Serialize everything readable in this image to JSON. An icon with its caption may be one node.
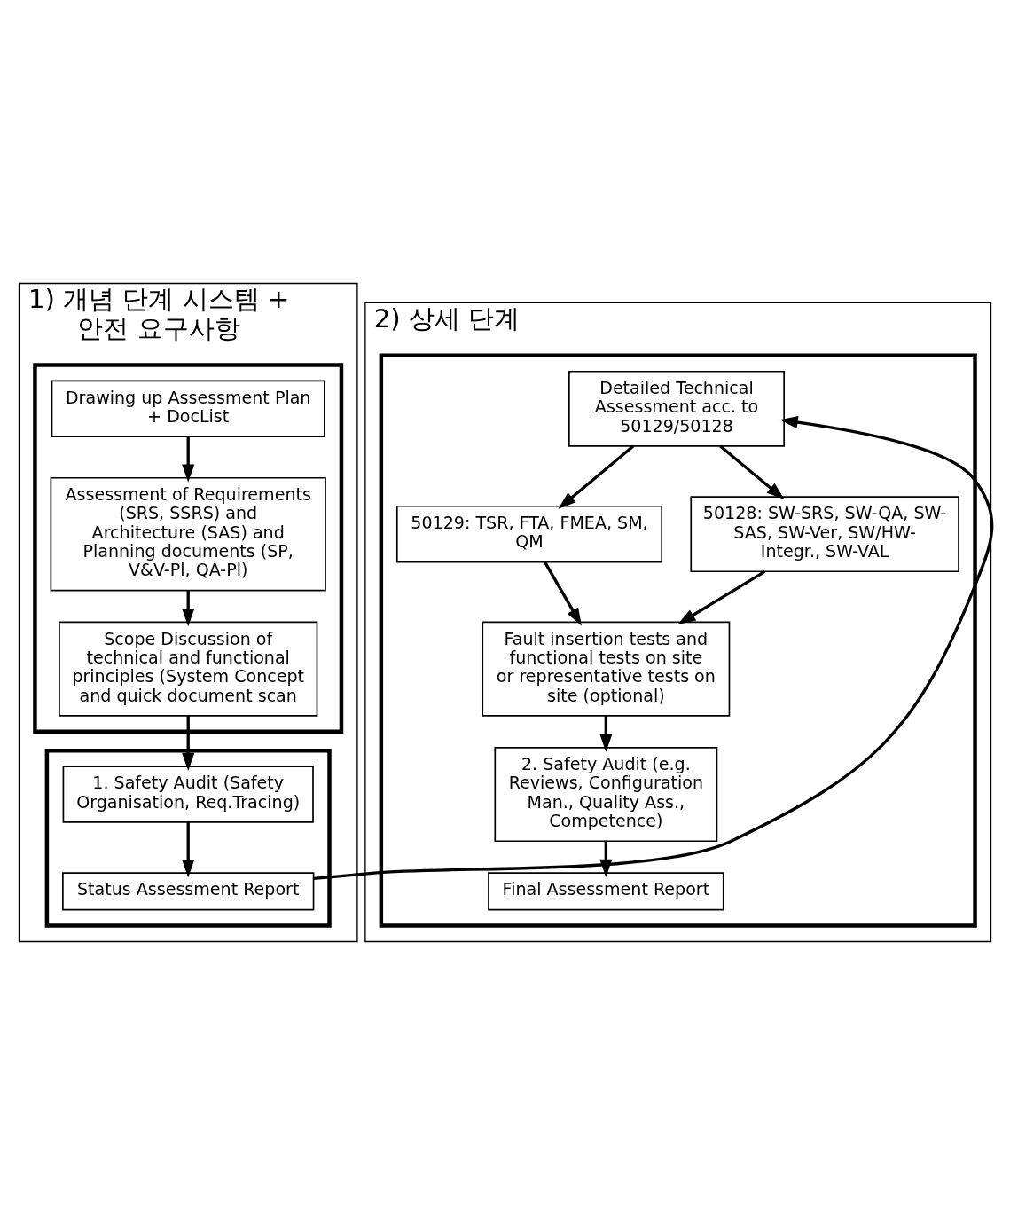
{
  "diagram": {
    "nodes": [
      {
        "text": [
          "1) 개념 단계 시스템 + 안전 요구사항"
        ]
      },
      {
        "text": [],
        "shape": "box",
        "in": 0
      },
      {
        "text": [
          "Drawing up Assessment Plan + DocList"
        ],
        "in": 1
      },
      {
        "text": [
          "Assessment of Requirements (SRS, SSRS) and Architecture (SAS) and Planning documents (SP, V&V-Pl, QA-Pl)"
        ],
        "in": 1
      },
      {
        "text": [
          "Scope Discussion of technical and functional principles (System Concept and quick document scan"
        ],
        "in": 1
      },
      {
        "text": [],
        "shape": "box",
        "in": 0
      },
      {
        "text": [
          "1. Safety Audit (Safety Organisation, Req.Tracing)"
        ],
        "in": 5
      },
      {
        "text": [
          "Status Assessment Report"
        ],
        "in": 5
      },
      {
        "text": [
          "2) 상세 단계"
        ]
      },
      {
        "text": [],
        "shape": "box",
        "in": 8
      },
      {
        "text": [
          "Detailed Technical Assessment acc. to 50129/50128"
        ],
        "in": 9
      },
      {
        "text": [
          "50129: TSR, FTA, FMEA, SM, QM"
        ],
        "in": 9
      },
      {
        "text": [
          "50128: SW-SRS, SW-QA, SW-SAS, SW-Ver, SW/HW-Integr., SW-VAL"
        ],
        "in": 9
      },
      {
        "text": [
          "Fault insertion tests and functional tests on site or representative tests on site (optional)"
        ],
        "in": 9
      },
      {
        "text": [
          "2. Safety Audit (e.g. Reviews, Configuration Man., Quality Ass., Competence)"
        ],
        "in": 9
      },
      {
        "text": [
          "Final Assessment Report"
        ],
        "in": 9
      }
    ],
    "edges": [
      {
        "from": 2,
        "to": 3,
        "arrow": "to"
      },
      {
        "from": 3,
        "to": 4,
        "arrow": "to"
      },
      {
        "from": 4,
        "to": 6,
        "arrow": "to"
      },
      {
        "from": 6,
        "to": 7,
        "arrow": "to"
      },
      {
        "from": 7,
        "to": 10,
        "arrow": "to"
      },
      {
        "from": 10,
        "to": 11,
        "arrow": "to"
      },
      {
        "from": 10,
        "to": 12,
        "arrow": "to"
      },
      {
        "from": 11,
        "to": 13,
        "arrow": "to"
      },
      {
        "from": 12,
        "to": 13,
        "arrow": "to"
      },
      {
        "from": 13,
        "to": 14,
        "arrow": "to"
      },
      {
        "from": 14,
        "to": 15,
        "arrow": "to"
      }
    ]
  }
}
